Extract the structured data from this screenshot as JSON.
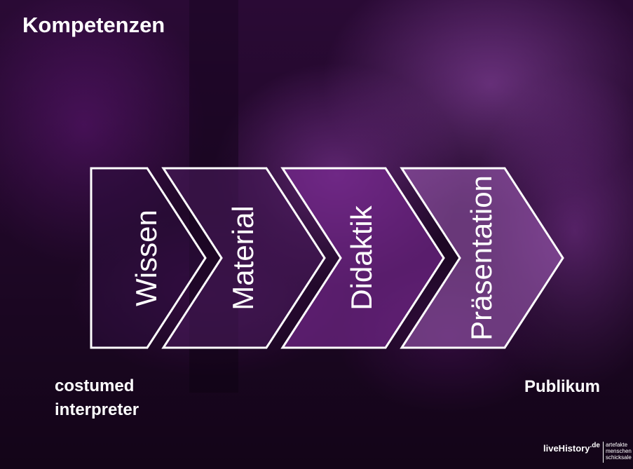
{
  "slide": {
    "title": "Kompetenzen",
    "steps": [
      "Wissen",
      "Material",
      "Didaktik",
      "Präsentation"
    ],
    "left_label": [
      "costumed",
      "interpreter"
    ],
    "right_label": "Publikum"
  },
  "brand": {
    "name": "liveHistory",
    "tld": ".de",
    "tagline": [
      "artefakte",
      "menschen",
      "schicksale"
    ]
  },
  "colors": {
    "background": "#2a0a35",
    "accent_purple": "#8a2aa0",
    "text": "#ffffff"
  }
}
